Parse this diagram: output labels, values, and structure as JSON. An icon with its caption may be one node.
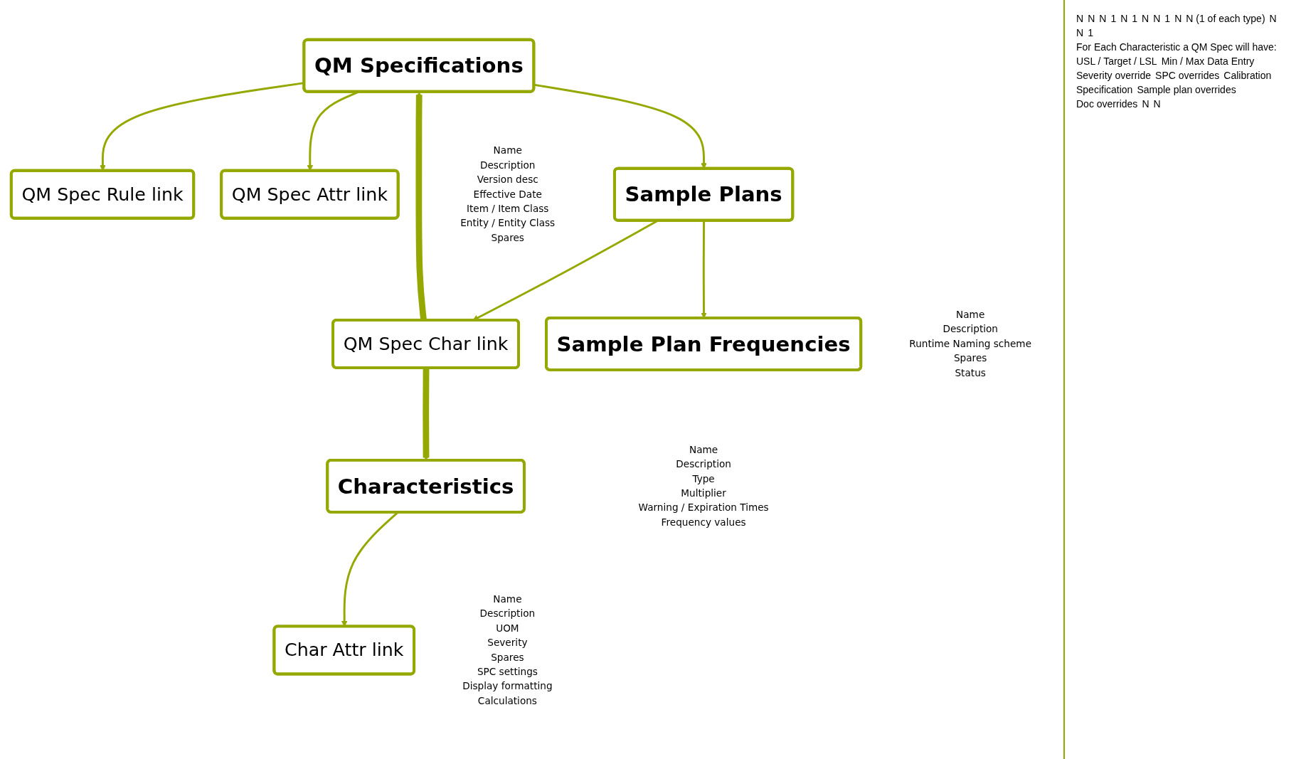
{
  "diagram": {
    "nodes": [
      {
        "text": [
          "QM Specifications"
        ],
        "beside": [
          "Name",
          "Description",
          "Version desc",
          "Effective Date",
          "Item / Item Class",
          "Entity / Entity Class",
          "Spares"
        ]
      },
      {
        "text": [
          "QM Spec Rule link"
        ]
      },
      {
        "text": [
          "QM Spec Attr link"
        ]
      },
      {
        "text": [
          "Sample Plans"
        ],
        "beside": [
          "Name",
          "Description",
          "Runtime Naming scheme",
          "Spares",
          "Status"
        ]
      },
      {
        "text": [
          "Sample Plan Frequencies"
        ],
        "beside": [
          "Name",
          "Description",
          "Type",
          "Multiplier",
          "Warning / Expiration Times",
          "Frequency values"
        ]
      },
      {
        "text": [
          "QM Spec Char link"
        ]
      },
      {
        "text": [
          "Characteristics"
        ],
        "beside": [
          "Name",
          "Description",
          "UOM",
          "Severity",
          "Spares",
          "SPC settings",
          "Display formatting",
          "Calculations"
        ]
      },
      {
        "text": [
          "Char Attr link"
        ]
      }
    ],
    "edges": [
      {
        "from": 0,
        "to": 1,
        "arrow": "to"
      },
      {
        "from": 0,
        "to": 2,
        "arrow": "to"
      },
      {
        "from": 5,
        "to": 0,
        "arrow": "to",
        "style": "thick"
      },
      {
        "from": 0,
        "to": 3,
        "arrow": "to"
      },
      {
        "from": 3,
        "to": 5,
        "arrow": "to"
      },
      {
        "from": 3,
        "to": 4,
        "arrow": "to"
      },
      {
        "from": 5,
        "to": 6,
        "arrow": "to",
        "style": "thick"
      },
      {
        "from": 6,
        "to": 7,
        "arrow": "to"
      }
    ],
    "labels": [
      "N",
      "N",
      "N",
      "1",
      "N",
      "1",
      "N",
      "N",
      "1",
      "N",
      "N (1 of each type)",
      "N",
      "N",
      "1",
      "For Each Characteristic a QM Spec will have:",
      "USL / Target / LSL",
      "Min / Max Data Entry",
      "Severity override",
      "SPC overrides",
      "Calibration",
      "Specification",
      "Sample plan overrides",
      "Doc overrides",
      "N",
      "N"
    ]
  }
}
